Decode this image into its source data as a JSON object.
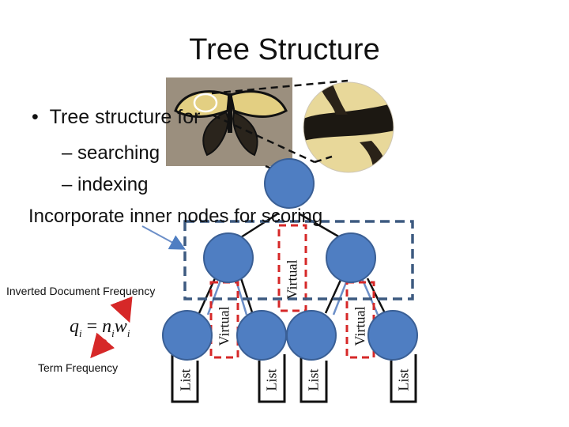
{
  "slide": {
    "title": "Tree Structure",
    "bullet": "Tree structure for",
    "sub_items": [
      "– searching",
      "– indexing"
    ],
    "callout": "Incorporate inner nodes for scoring",
    "formula": {
      "q": "q",
      "i": "i",
      "eq": "=",
      "n": "n",
      "w": "w"
    },
    "idf_label": "Inverted Document Frequency",
    "tf_label": "Term Frequency",
    "list_label": "List",
    "virtual_label": "Virtual"
  },
  "colors": {
    "node_fill": "#4f7ec2",
    "node_stroke": "#3a5f95",
    "dashed_blue": "#3d5a80",
    "dashed_red": "#d62828",
    "arrow_red": "#d62828",
    "arrow_blue": "#4f7ec2"
  },
  "images": [
    "butterfly-photo",
    "wing-zoom-circle"
  ]
}
